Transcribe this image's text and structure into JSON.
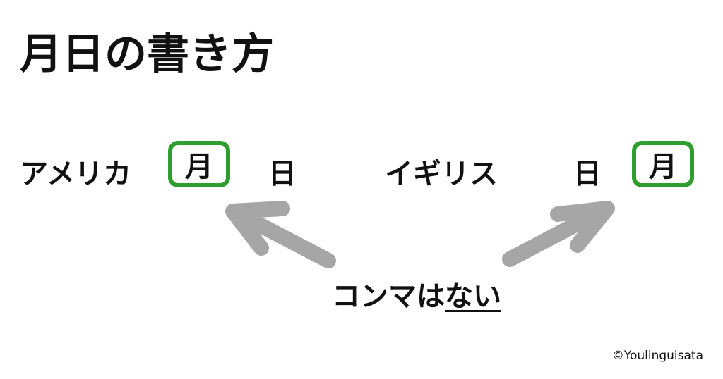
{
  "title": "月日の書き方",
  "usa": {
    "label": "アメリカ",
    "first": "月",
    "second": "日"
  },
  "uk": {
    "label": "イギリス",
    "first": "日",
    "second": "月"
  },
  "note": {
    "plain": "コンマは",
    "underlined": "ない"
  },
  "credit": "©Youlinguisata",
  "colors": {
    "highlight": "#2e9e2e",
    "arrow": "#a6a6a6"
  }
}
